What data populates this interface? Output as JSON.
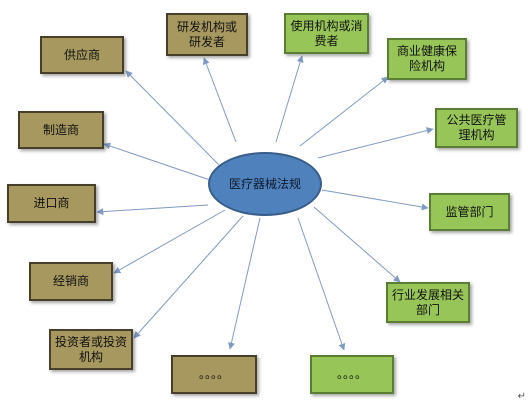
{
  "center": {
    "label": "医疗器械法规"
  },
  "nodes": [
    {
      "id": "supplier",
      "label": "供应商",
      "fill": "olive"
    },
    {
      "id": "manufacturer",
      "label": "制造商",
      "fill": "olive"
    },
    {
      "id": "importer",
      "label": "进口商",
      "fill": "olive"
    },
    {
      "id": "distributor",
      "label": "经销商",
      "fill": "olive"
    },
    {
      "id": "investor",
      "label": "投资者或投资机构",
      "fill": "olive"
    },
    {
      "id": "rnd",
      "label": "研发机构或研发者",
      "fill": "olive"
    },
    {
      "id": "other-left",
      "label": "。。。。",
      "fill": "olive"
    },
    {
      "id": "user",
      "label": "使用机构或消费者",
      "fill": "green"
    },
    {
      "id": "insurance",
      "label": "商业健康保险机构",
      "fill": "green"
    },
    {
      "id": "public-mgmt",
      "label": "公共医疗管理机构",
      "fill": "green"
    },
    {
      "id": "regulator",
      "label": "监管部门",
      "fill": "green"
    },
    {
      "id": "industry",
      "label": "行业发展相关部门",
      "fill": "green"
    },
    {
      "id": "other-right",
      "label": "。。。。",
      "fill": "green"
    }
  ],
  "colors": {
    "olive": "#a6985e",
    "green": "#97c558",
    "center": "#4f81bd",
    "arrow": "#7f9bc4"
  }
}
